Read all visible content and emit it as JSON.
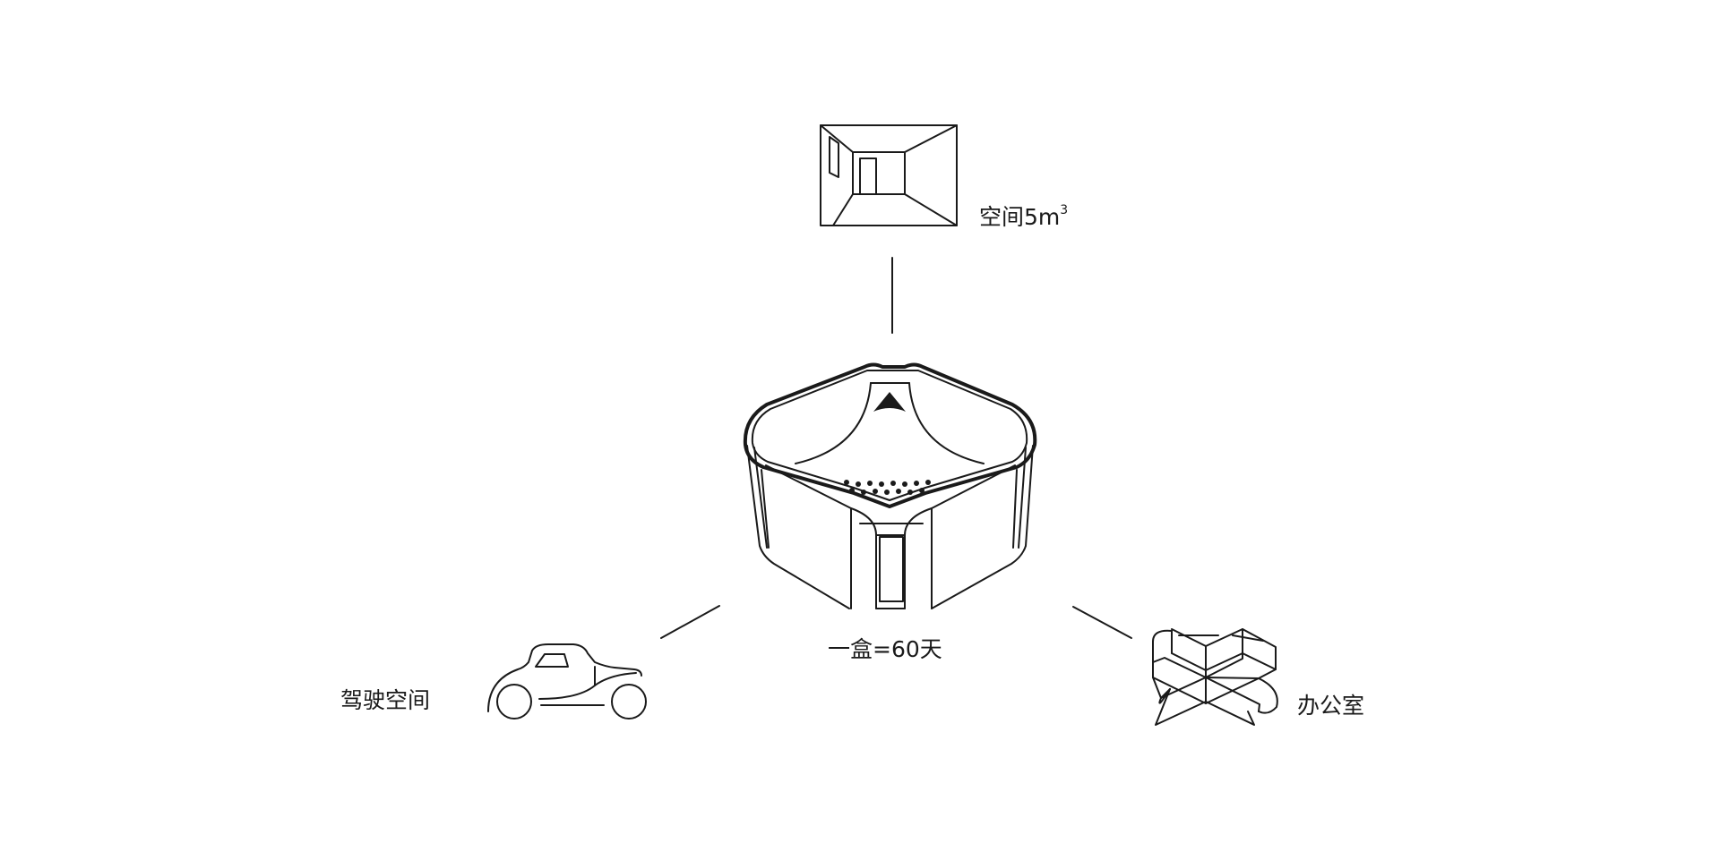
{
  "labels": {
    "room_text": "空间5m",
    "room_sup": "3",
    "product": "一盒=60天",
    "car": "驾驶空间",
    "office": "办公室"
  },
  "icons": {
    "top": "room-interior-icon",
    "center": "product-box-icon",
    "left": "car-icon",
    "right": "office-cubicle-icon"
  },
  "colors": {
    "line": "#1a1a1a",
    "background": "#ffffff"
  }
}
